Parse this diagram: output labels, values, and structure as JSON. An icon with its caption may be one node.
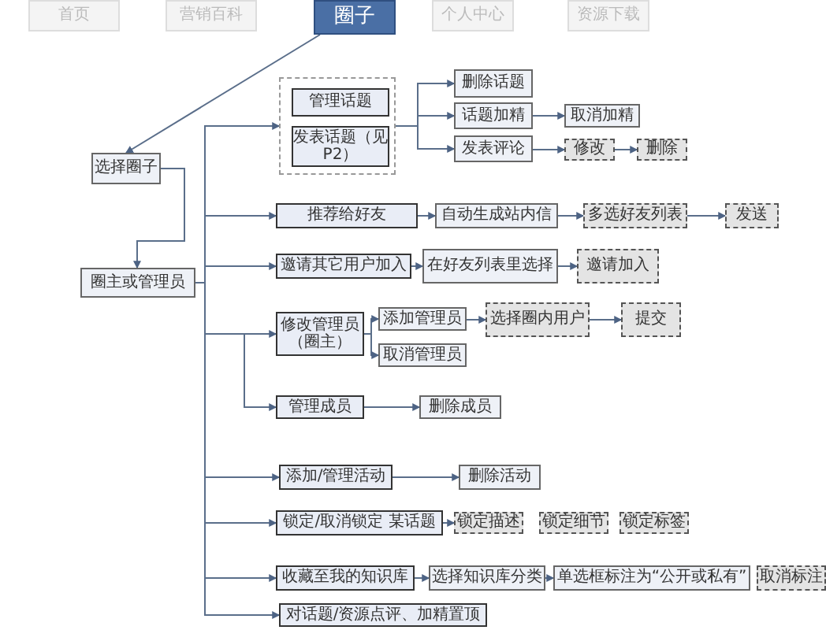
{
  "diagram": {
    "nodes": [
      {
        "text": [
          "首页"
        ]
      },
      {
        "text": [
          "营销百科"
        ]
      },
      {
        "text": [
          "圈子"
        ]
      },
      {
        "text": [
          "个人中心"
        ]
      },
      {
        "text": [
          "资源下载"
        ]
      },
      {
        "text": [
          "选择圈子"
        ]
      },
      {
        "text": [],
        "shape": "box"
      },
      {
        "text": [
          "管理话题"
        ],
        "in": 6
      },
      {
        "text": [
          "发表话题（见P2）"
        ],
        "in": 6
      },
      {
        "text": [
          "删除话题"
        ]
      },
      {
        "text": [
          "话题加精"
        ]
      },
      {
        "text": [
          "取消加精"
        ]
      },
      {
        "text": [
          "发表评论"
        ]
      },
      {
        "text": [
          "修改"
        ]
      },
      {
        "text": [
          "删除"
        ]
      },
      {
        "text": [
          "圈主或管理员"
        ]
      },
      {
        "text": [
          "推荐给好友"
        ]
      },
      {
        "text": [
          "自动生成站内信"
        ]
      },
      {
        "text": [
          "多选好友列表"
        ]
      },
      {
        "text": [
          "发送"
        ]
      },
      {
        "text": [
          "邀请其它用户加入"
        ]
      },
      {
        "text": [
          "在好友列表里选择"
        ]
      },
      {
        "text": [
          "邀请加入"
        ]
      },
      {
        "text": [
          "修改管理员（圈主）"
        ]
      },
      {
        "text": [
          "添加管理员"
        ]
      },
      {
        "text": [
          "取消管理员"
        ]
      },
      {
        "text": [
          "选择圈内用户"
        ]
      },
      {
        "text": [
          "提交"
        ]
      },
      {
        "text": [
          "管理成员"
        ]
      },
      {
        "text": [
          "删除成员"
        ]
      },
      {
        "text": [
          "添加/管理活动"
        ]
      },
      {
        "text": [
          "删除活动"
        ]
      },
      {
        "text": [
          "锁定/取消锁定 某话题"
        ]
      },
      {
        "text": [
          "锁定描述"
        ]
      },
      {
        "text": [
          "锁定细节"
        ]
      },
      {
        "text": [
          "锁定标签"
        ]
      },
      {
        "text": [
          "收藏至我的知识库"
        ]
      },
      {
        "text": [
          "选择知识库分类"
        ]
      },
      {
        "text": [
          "单选框标注为“公开或私有”"
        ]
      },
      {
        "text": [
          "取消标注"
        ]
      },
      {
        "text": [
          "对话题/资源点评、加精置顶"
        ]
      }
    ],
    "edges": [
      {
        "from": 2,
        "to": 5,
        "arrow": "to"
      },
      {
        "from": 5,
        "to": 15,
        "arrow": "to"
      },
      {
        "from": 15,
        "to": 6,
        "arrow": "to"
      },
      {
        "from": 15,
        "to": 16,
        "arrow": "to"
      },
      {
        "from": 15,
        "to": 20,
        "arrow": "to"
      },
      {
        "from": 15,
        "to": 23,
        "arrow": "to"
      },
      {
        "from": 15,
        "to": 28,
        "arrow": "to"
      },
      {
        "from": 15,
        "to": 30,
        "arrow": "to"
      },
      {
        "from": 15,
        "to": 32,
        "arrow": "to"
      },
      {
        "from": 15,
        "to": 36,
        "arrow": "to"
      },
      {
        "from": 15,
        "to": 40,
        "arrow": "to"
      },
      {
        "from": 6,
        "to": 9,
        "arrow": "to"
      },
      {
        "from": 6,
        "to": 10,
        "arrow": "to"
      },
      {
        "from": 6,
        "to": 12,
        "arrow": "to"
      },
      {
        "from": 10,
        "to": 11,
        "arrow": "to"
      },
      {
        "from": 12,
        "to": 13,
        "arrow": "to"
      },
      {
        "from": 13,
        "to": 14,
        "arrow": "to"
      },
      {
        "from": 16,
        "to": 17,
        "arrow": "to"
      },
      {
        "from": 17,
        "to": 18,
        "arrow": "to"
      },
      {
        "from": 18,
        "to": 19,
        "arrow": "to"
      },
      {
        "from": 20,
        "to": 21,
        "arrow": "to"
      },
      {
        "from": 21,
        "to": 22,
        "arrow": "to"
      },
      {
        "from": 23,
        "to": 24,
        "arrow": "to"
      },
      {
        "from": 23,
        "to": 25,
        "arrow": "to"
      },
      {
        "from": 24,
        "to": 26,
        "arrow": "to"
      },
      {
        "from": 26,
        "to": 27,
        "arrow": "to"
      },
      {
        "from": 28,
        "to": 29,
        "arrow": "to"
      },
      {
        "from": 30,
        "to": 31,
        "arrow": "to"
      },
      {
        "from": 32,
        "to": 33,
        "arrow": "to"
      },
      {
        "from": 36,
        "to": 37,
        "arrow": "to"
      },
      {
        "from": 37,
        "to": 38,
        "arrow": "to"
      }
    ]
  }
}
